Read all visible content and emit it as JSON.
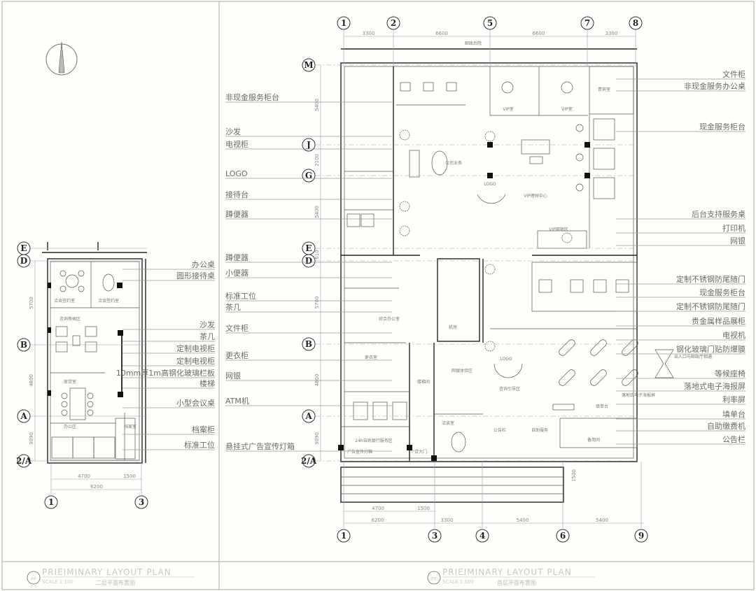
{
  "left_plan": {
    "title_en": "PRIEIMINARY LAYOUT PLAN",
    "scale": "SCALE 1:100",
    "title_cn": "二层平面布置图",
    "badge": "FF",
    "axes_rows": [
      "E",
      "D",
      "B",
      "A",
      "2/A"
    ],
    "axes_cols": [
      "1",
      "3"
    ],
    "dims_vertical": [
      "5700",
      "4800",
      "3090"
    ],
    "dims_horizontal": [
      "4700",
      "1500",
      "6200"
    ],
    "rooms": [
      "洽谈签约室",
      "洽谈签约室",
      "咨询等候区",
      "审贷室",
      "办公区",
      "档案室"
    ],
    "labels": [
      "办公桌",
      "圆形接待桌",
      "沙发",
      "茶几",
      "定制电视柜",
      "定制电视柜",
      "10mm厚1m高钢化玻璃栏板",
      "楼梯",
      "小型会议桌",
      "档案柜",
      "标准工位"
    ]
  },
  "right_plan": {
    "title_en": "PRIEIMINARY LAYOUT PLAN",
    "scale": "SCALE 1:100",
    "title_cn": "首层平面布置图",
    "badge": "FF",
    "top_label": "邮政后院",
    "axes_top": [
      "1",
      "2",
      "5",
      "7",
      "8"
    ],
    "axes_bottom": [
      "1",
      "3",
      "4",
      "6",
      "9"
    ],
    "axes_rows": [
      "M",
      "J",
      "G",
      "E",
      "D",
      "B",
      "A",
      "2/A"
    ],
    "dims_top": [
      "3300",
      "6600",
      "6600",
      "3300"
    ],
    "dims_bottom_inner": [
      "4700",
      "1500"
    ],
    "dims_bottom": [
      "6200",
      "3300",
      "5400",
      "5400"
    ],
    "dims_vertical": [
      "5400",
      "2100",
      "5400",
      "610",
      "5700",
      "4800",
      "3090"
    ],
    "dim_canopy": "1500",
    "rooms": [
      "公司业务",
      "VIP理财中心",
      "VIP网银区",
      "贵宾室",
      "VIP室",
      "VIP室",
      "综合办公室",
      "机房",
      "更衣室",
      "网银体验区",
      "楼梯间",
      "咨询引导区",
      "落地式电子海报屏",
      "洽谈室",
      "公告栏",
      "自助服务",
      "备用间",
      "24h自助银行服务区",
      "广告宣传灯箱",
      "个贷大门",
      "LOGO",
      "LOGO",
      "填单台",
      "出入口与邮政厅相通"
    ],
    "labels_left": [
      "非现金服务柜台",
      "沙发",
      "电视柜",
      "LOGO",
      "接待台",
      "蹲便器",
      "蹲便器",
      "小便器",
      "标准工位",
      "茶几",
      "文件柜",
      "更衣柜",
      "网银",
      "ATM机",
      "悬挂式广告宣传灯箱"
    ],
    "labels_right": [
      "文件柜",
      "非现金服务办公桌",
      "现金服务柜台",
      "后台支持服务桌",
      "打印机",
      "网银",
      "定制不锈钢防尾随门",
      "现金服务柜台",
      "定制不锈钢防尾随门",
      "贵金属样品展柜",
      "电视机",
      "钢化玻璃门贴防爆膜",
      "等候座椅",
      "落地式电子海报屏",
      "利率屏",
      "填单台",
      "自助缴费机",
      "公告栏"
    ]
  }
}
